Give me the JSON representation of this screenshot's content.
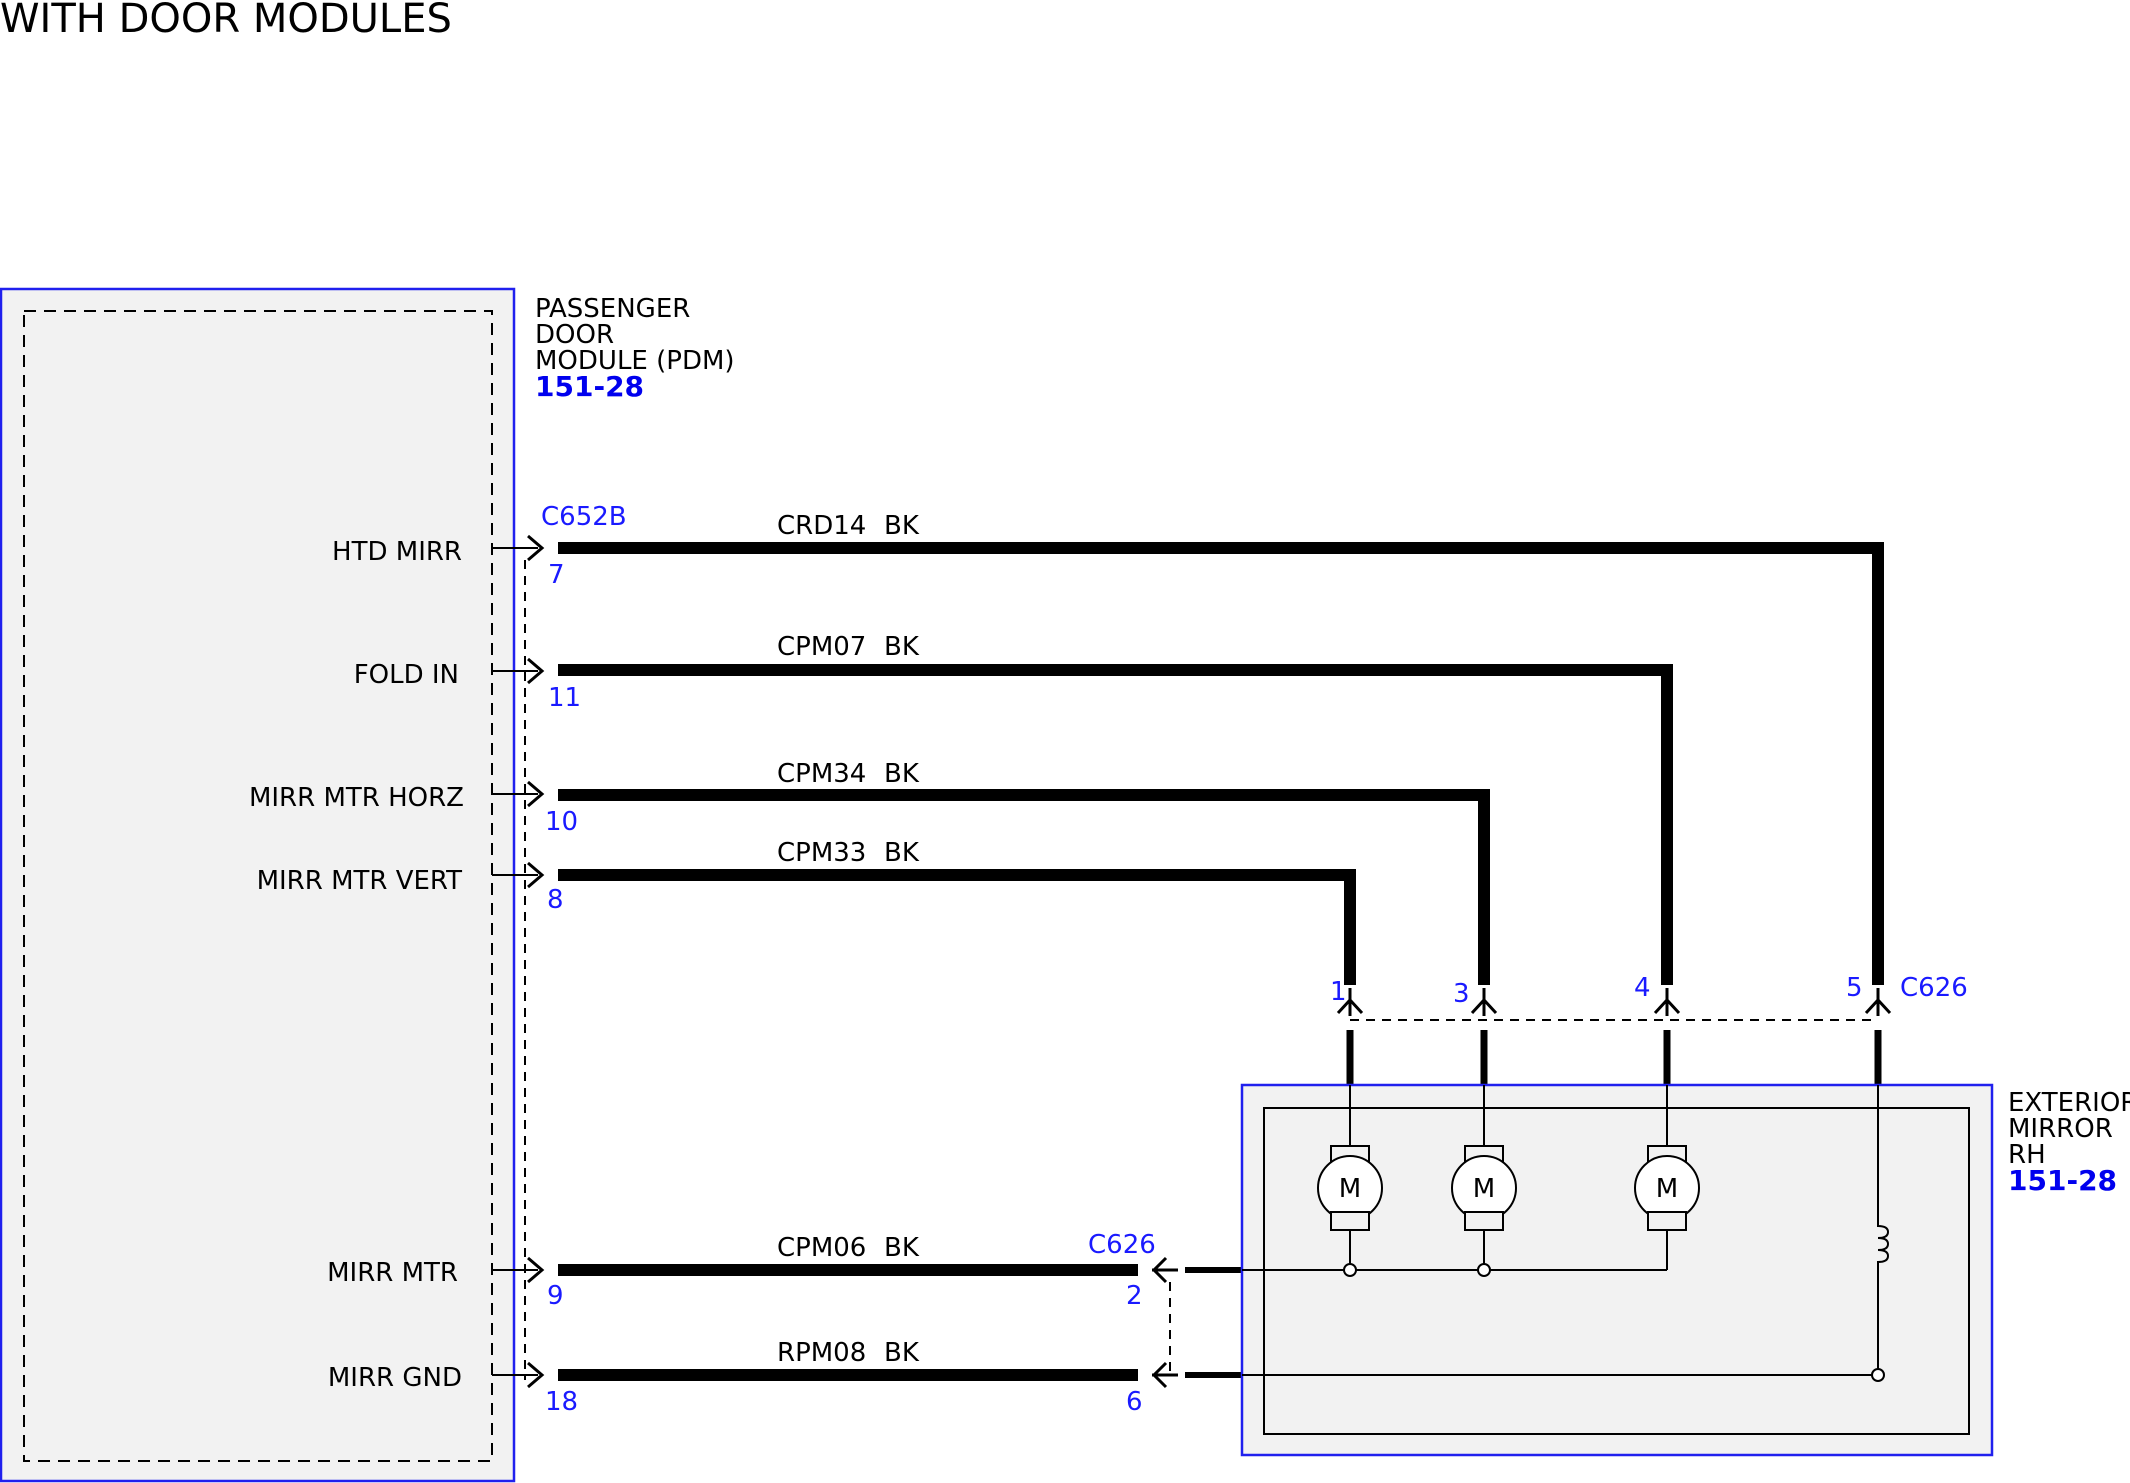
{
  "title": "WITH DOOR MODULES",
  "pdm": {
    "name_lines": [
      "PASSENGER",
      "DOOR",
      "MODULE (PDM)"
    ],
    "ref": "151-28",
    "connector": "C652B"
  },
  "mirror": {
    "name_lines": [
      "EXTERIOR",
      "MIRROR",
      "RH"
    ],
    "ref": "151-28",
    "connector": "C626"
  },
  "motor_label": "M",
  "circuits": [
    {
      "id": "htd-mirr",
      "pin_label": "HTD MIRR",
      "pdm_pin": "7",
      "code": "CRD14",
      "color": "BK",
      "mirror_pin": "5"
    },
    {
      "id": "fold-in",
      "pin_label": "FOLD IN",
      "pdm_pin": "11",
      "code": "CPM07",
      "color": "BK",
      "mirror_pin": "4"
    },
    {
      "id": "mirr-mtr-horz",
      "pin_label": "MIRR MTR HORZ",
      "pdm_pin": "10",
      "code": "CPM34",
      "color": "BK",
      "mirror_pin": "3"
    },
    {
      "id": "mirr-mtr-vert",
      "pin_label": "MIRR MTR VERT",
      "pdm_pin": "8",
      "code": "CPM33",
      "color": "BK",
      "mirror_pin": "1"
    },
    {
      "id": "mirr-mtr",
      "pin_label": "MIRR MTR",
      "pdm_pin": "9",
      "code": "CPM06",
      "color": "BK",
      "mirror_pin": "2",
      "connector": "C626"
    },
    {
      "id": "mirr-gnd",
      "pin_label": "MIRR GND",
      "pdm_pin": "18",
      "code": "RPM08",
      "color": "BK",
      "mirror_pin": "6"
    }
  ]
}
